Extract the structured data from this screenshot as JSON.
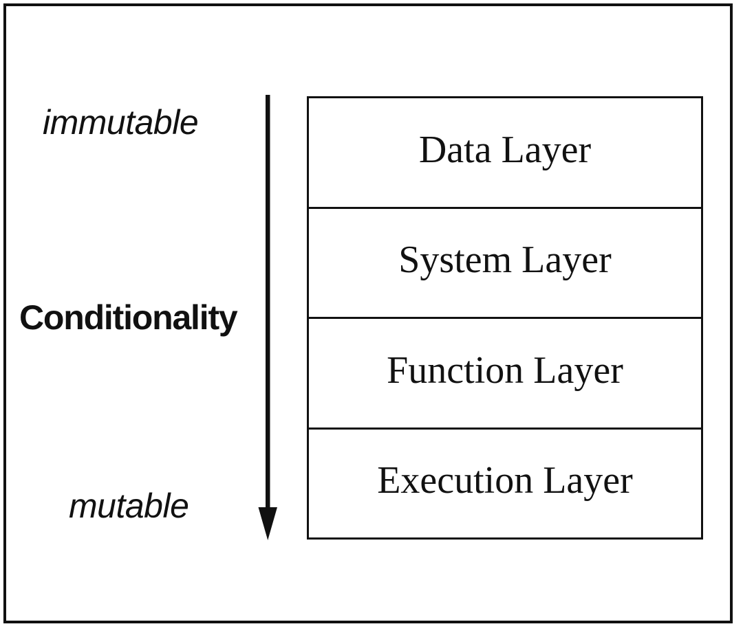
{
  "figure": {
    "name": "conditionality-layer-stack-diagram",
    "background_color": "#ffffff",
    "line_color": "#111111"
  },
  "axis": {
    "title": "Conditionality",
    "top_label": "immutable",
    "bottom_label": "mutable",
    "arrow": {
      "name": "downward-arrow",
      "direction": "down"
    }
  },
  "stack": {
    "layers": [
      {
        "label": "Data Layer"
      },
      {
        "label": "System Layer"
      },
      {
        "label": "Function Layer"
      },
      {
        "label": "Execution Layer"
      }
    ]
  }
}
